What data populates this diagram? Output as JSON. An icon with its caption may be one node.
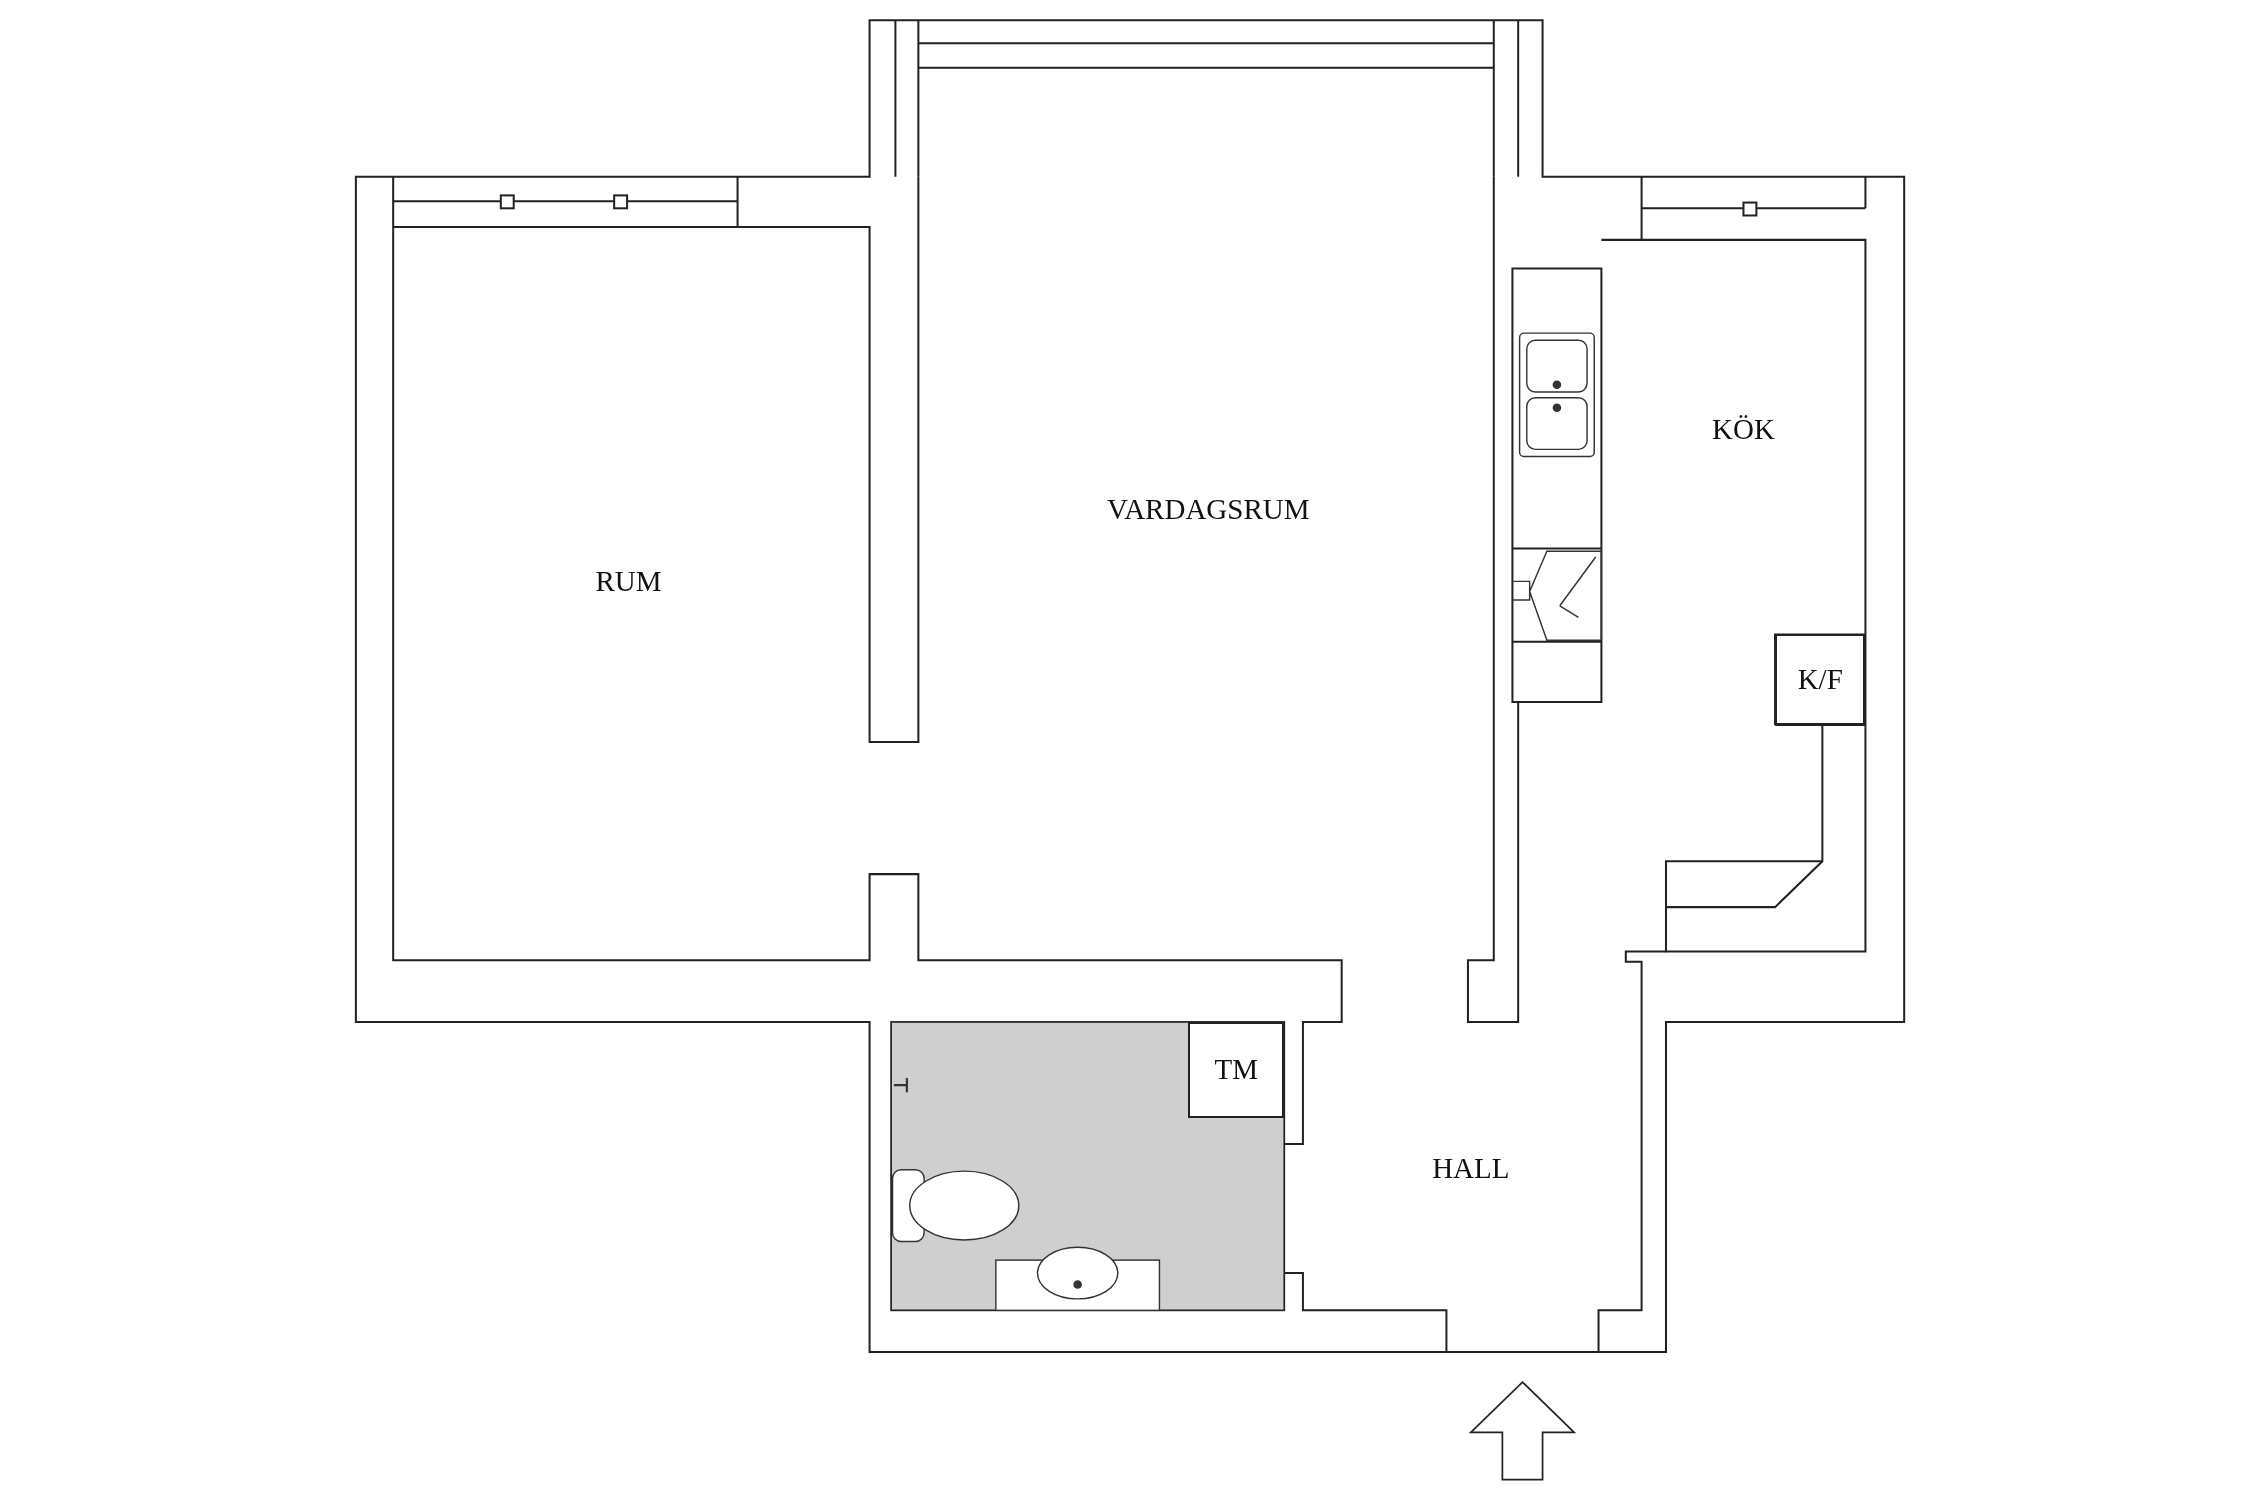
{
  "diagram": {
    "nodes": [
      {
        "text": [
          "RUM"
        ]
      },
      {
        "text": [
          "VARDAGSRUM"
        ]
      },
      {
        "text": [
          "KÖK"
        ]
      },
      {
        "text": [
          "K/F"
        ]
      },
      {
        "text": [
          "TM"
        ]
      },
      {
        "text": [
          "HALL"
        ]
      }
    ]
  }
}
